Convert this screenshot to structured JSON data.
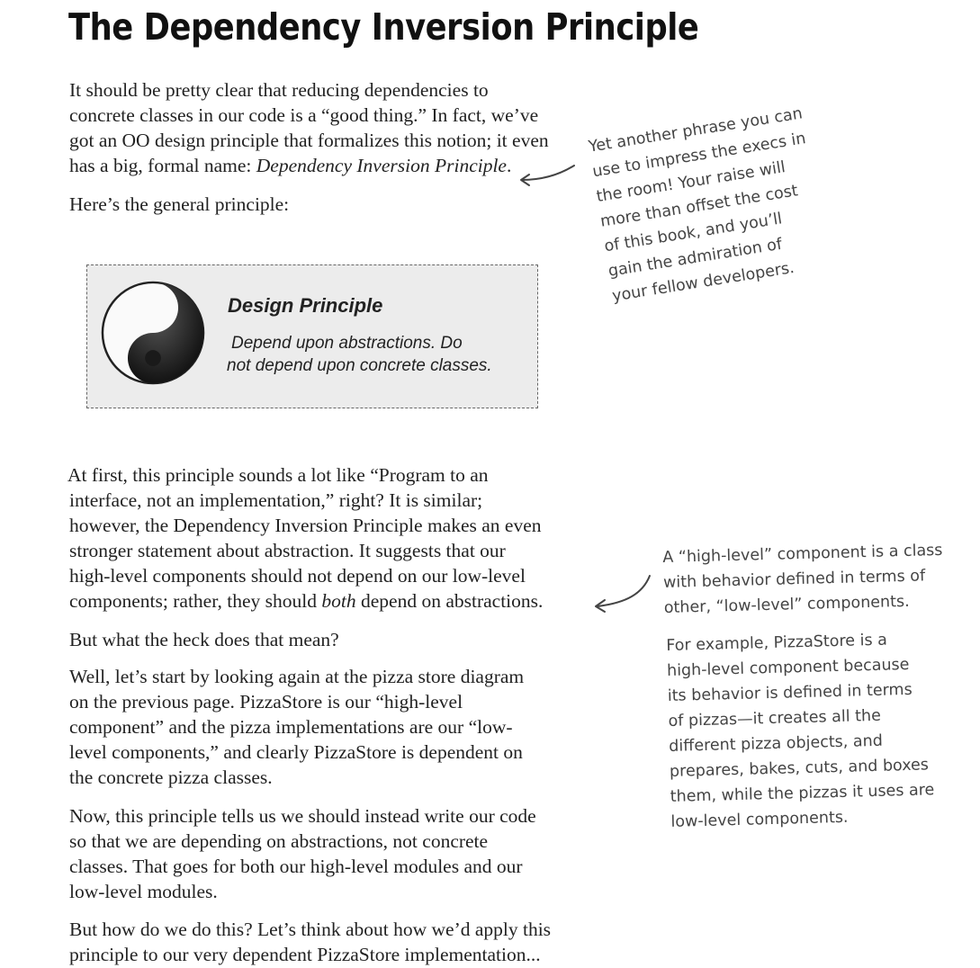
{
  "page": {
    "title": "The Dependency Inversion Principle"
  },
  "intro": {
    "line1": "It should be pretty clear that reducing dependencies to",
    "line2": "concrete classes in our code is a “good thing.” In fact, we’ve",
    "line3": "got an OO design principle that formalizes this notion; it even",
    "line4_prefix": "has a big, formal name: ",
    "line4_em": "Dependency Inversion Principle",
    "line4_suffix": "."
  },
  "general": {
    "text": "Here’s the general principle:"
  },
  "design_principle": {
    "heading": "Design Principle",
    "line1": "Depend upon abstractions. Do",
    "line2": "not depend upon concrete classes.",
    "icon": "yin-yang-icon"
  },
  "margin_note_1": {
    "lines": [
      "Yet another phrase you can",
      "use to impress the execs in",
      "the room! Your raise will",
      "more than offset the cost",
      "of this book, and you’ll",
      "gain the admiration of",
      "your fellow developers."
    ]
  },
  "first_para": {
    "line1": "At first, this principle sounds a lot like “Program to an",
    "line2": "interface, not an implementation,” right? It is similar;",
    "line3": "however, the Dependency Inversion Principle makes an even",
    "line4": "stronger statement about abstraction. It suggests that our",
    "line5": "high-level components should not depend on our low-level",
    "line6_prefix": "components; rather, they should ",
    "line6_em": "both",
    "line6_suffix": " depend on abstractions."
  },
  "question": {
    "text": "But what the heck does that mean?"
  },
  "well_para": {
    "lines": [
      "Well, let’s start by looking again at the pizza store diagram",
      "on the previous page. PizzaStore is our “high-level",
      "component” and the pizza implementations are our “low-",
      "level components,” and clearly PizzaStore is dependent on",
      "the concrete pizza classes."
    ]
  },
  "now_para": {
    "lines": [
      "Now, this principle tells us we should instead write our code",
      "so that we are depending on abstractions, not concrete",
      "classes. That goes for both our high-level modules and our",
      "low-level modules."
    ]
  },
  "how_para": {
    "lines": [
      "But how do we do this? Let’s think about how we’d apply this",
      "principle to our very dependent PizzaStore implementation..."
    ]
  },
  "margin_note_2": {
    "lines": [
      "A “high-level” component is a class",
      "with behavior defined in terms of",
      "other, “low-level” components."
    ]
  },
  "margin_note_3": {
    "lines": [
      "For example, PizzaStore is a",
      "high-level component because",
      "its behavior is defined in terms",
      "of pizzas—it creates all the",
      "different pizza objects, and",
      "prepares, bakes, cuts, and boxes",
      "them, while the pizzas it uses are",
      "low-level components."
    ]
  }
}
